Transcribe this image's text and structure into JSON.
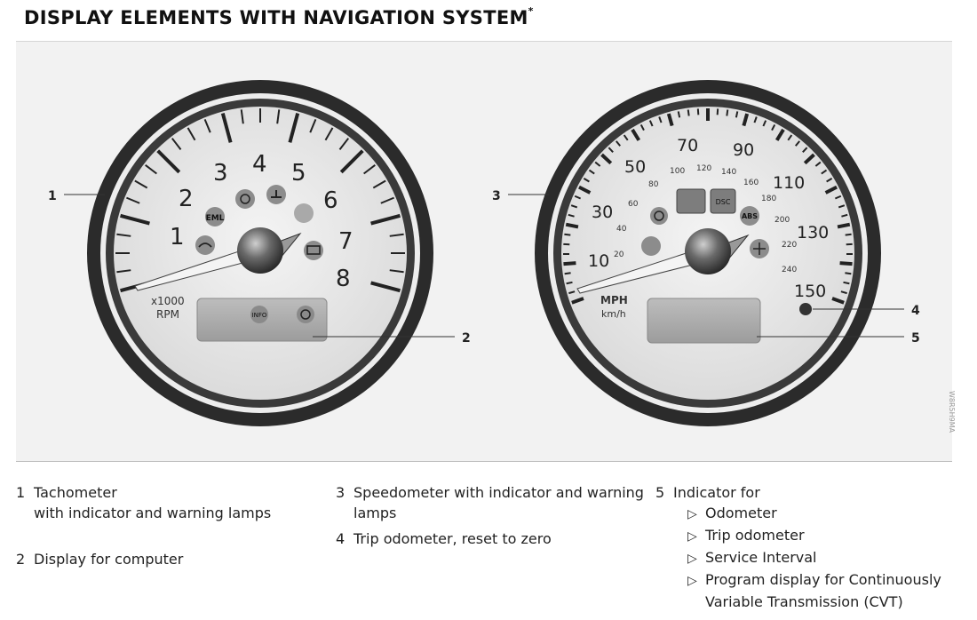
{
  "title": "DISPLAY ELEMENTS WITH NAVIGATION SYSTEM",
  "title_mark": "*",
  "figure_code": "W8R5H9MA",
  "tacho": {
    "numbers": [
      "1",
      "2",
      "3",
      "4",
      "5",
      "6",
      "7",
      "8"
    ],
    "unit_top": "x1000",
    "unit_bottom": "RPM",
    "lamp_eml": "EML",
    "lcd_text": "INFO"
  },
  "speedo": {
    "mph": [
      "10",
      "30",
      "50",
      "70",
      "90",
      "110",
      "130",
      "150"
    ],
    "kmh": [
      "20",
      "40",
      "60",
      "80",
      "100",
      "120",
      "140",
      "160",
      "180",
      "200",
      "220",
      "240"
    ],
    "unit_top": "MPH",
    "unit_bottom": "km/h",
    "lamp_abs": "ABS",
    "lamp_dsc": "DSC"
  },
  "callouts": {
    "c1": "1",
    "c2": "2",
    "c3": "3",
    "c4": "4",
    "c5": "5"
  },
  "captions": {
    "item1_num": "1",
    "item1_line1": "Tachometer",
    "item1_line2": "with indicator and warning lamps",
    "item2_num": "2",
    "item2_text": "Display for computer",
    "item3_num": "3",
    "item3_line1": "Speedometer with indicator and warning",
    "item3_line2": "lamps",
    "item4_num": "4",
    "item4_text": "Trip odometer, reset to zero",
    "item5_num": "5",
    "item5_text": "Indicator for",
    "item5_subs": [
      "Odometer",
      "Trip odometer",
      "Service Interval",
      "Program display for Continuously"
    ],
    "item5_sub_cont": "Variable Transmission (CVT)",
    "bullet": "▷"
  }
}
